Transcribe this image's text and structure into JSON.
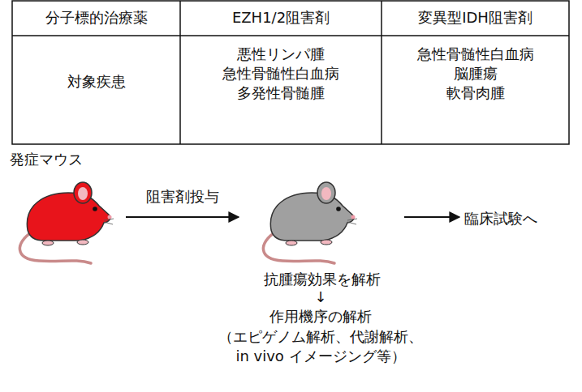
{
  "diagram": {
    "nodes": [
      {
        "text": [
          "発症マウス"
        ]
      },
      {
        "text": [
          "抗腫瘍効果を解析"
        ]
      },
      {
        "text": [
          "臨床試験へ"
        ]
      }
    ],
    "edges": [
      {
        "from": 0,
        "to": 1,
        "arrow": "to",
        "label": "阻害剤投与"
      },
      {
        "from": 1,
        "to": 2,
        "arrow": "to"
      }
    ],
    "labels": [
      "分子標的治療薬",
      "EZH1/2阻害剤",
      "変異型IDH阻害剤",
      "対象疾患",
      "悪性リンパ腫",
      "急性骨髄性白血病",
      "多発性骨髄腫",
      "急性骨髄性白血病",
      "脳腫瘍",
      "軟骨肉腫",
      "↓",
      "作用機序の解析",
      "（エピゲノム解析、代謝解析、 in vivo イメージング等）"
    ]
  }
}
